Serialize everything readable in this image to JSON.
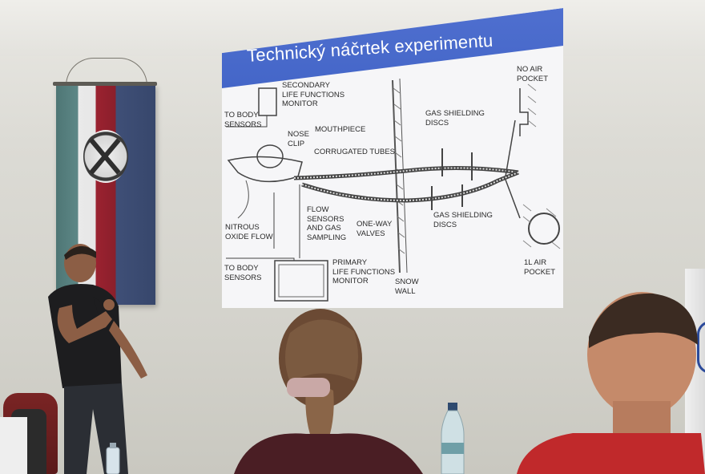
{
  "slide": {
    "title": "Technický náčrtek experimentu",
    "labels": {
      "to_body_sensors_top": "TO BODY\nSENSORS",
      "secondary_monitor": "SECONDARY\nLIFE FUNCTIONS\nMONITOR",
      "nose_clip": "NOSE\nCLIP",
      "mouthpiece": "MOUTHPIECE",
      "corrugated_tubes": "CORRUGATED TUBES",
      "gas_shielding_discs_top": "GAS SHIELDING\nDISCS",
      "no_air_pocket": "NO AIR\nPOCKET",
      "nitrous_oxide_flow": "NITROUS\nOXIDE FLOW",
      "flow_sensors": "FLOW\nSENSORS\nAND GAS\nSAMPLING",
      "one_way_valves": "ONE-WAY\nVALVES",
      "gas_shielding_discs_bottom": "GAS SHIELDING\nDISCS",
      "to_body_sensors_bottom": "TO BODY\nSENSORS",
      "primary_monitor": "PRIMARY\nLIFE FUNCTIONS\nMONITOR",
      "snow_wall": "SNOW\nWALL",
      "one_l_air_pocket": "1L AIR\nPOCKET"
    }
  },
  "colors": {
    "slide_header": "#4466c8",
    "slide_bg": "#f6f6f8",
    "banner_green": "#5d8786",
    "banner_red": "#8a1f2b",
    "banner_blue": "#37476c",
    "shirt_red": "#c0292b"
  }
}
